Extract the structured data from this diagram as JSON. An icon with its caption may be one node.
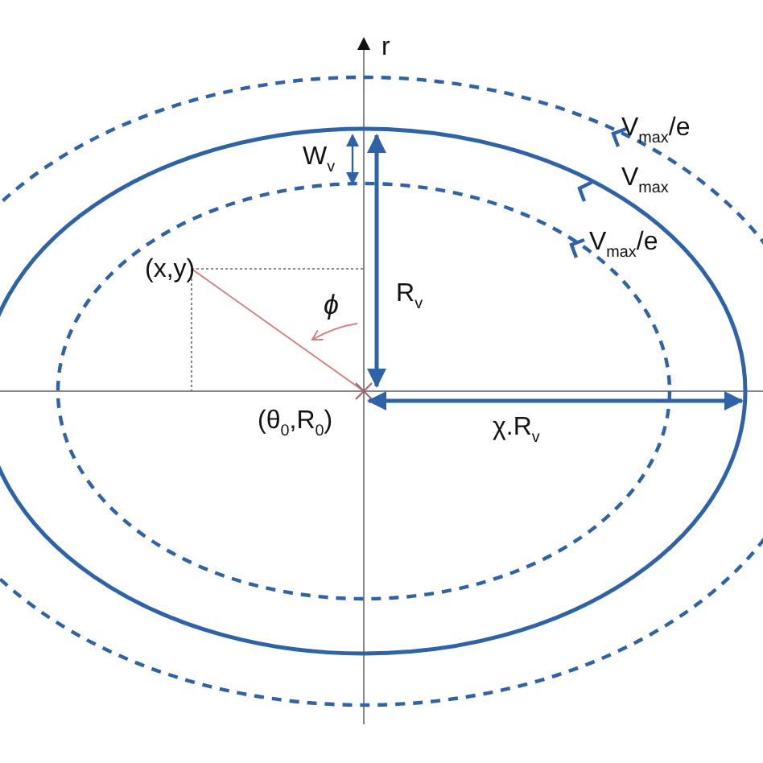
{
  "diagram": {
    "labels": [
      "r",
      "V$_{max}$/e",
      "V$_{max}$",
      "V$_{max}$/e",
      "W$_{v}$",
      "(x,y)",
      "ϕ",
      "R$_{v}$",
      "(θ$_{0}$,R$_{0}$)",
      "χ.R$_{v}$"
    ]
  }
}
